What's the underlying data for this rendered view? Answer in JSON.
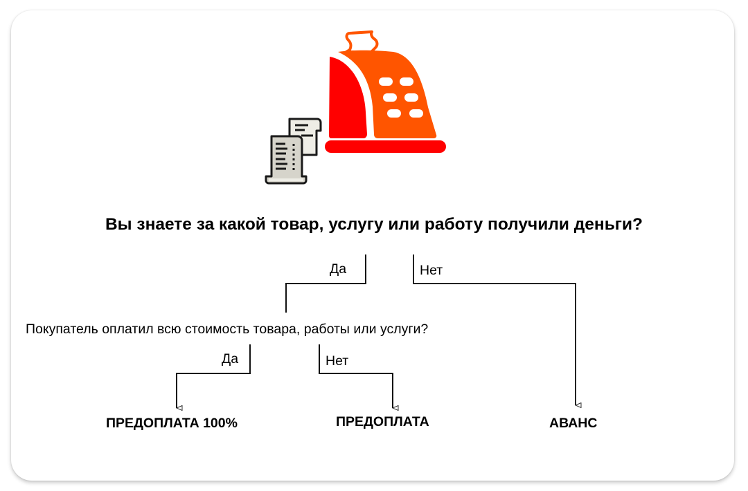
{
  "illustration": {
    "icon": "cash-register-icon",
    "secondary_icon": "receipt-icon",
    "colors": {
      "red": "#FF0000",
      "orange": "#FF5500",
      "receipt_paper": "#E6E4DA",
      "outline": "#1A1A1A"
    }
  },
  "main_question": {
    "text": "Вы знаете за какой товар, услугу или работу получили деньги?",
    "yes_label": "Да",
    "no_label": "Нет"
  },
  "sub_question": {
    "text": "Покупатель оплатил всю стоимость товара, работы или услуги?",
    "yes_label": "Да",
    "no_label": "Нет"
  },
  "outcomes": [
    {
      "label": "ПРЕДОПЛАТА 100%"
    },
    {
      "label": "ПРЕДОПЛАТА"
    },
    {
      "label": "АВАНС"
    }
  ]
}
